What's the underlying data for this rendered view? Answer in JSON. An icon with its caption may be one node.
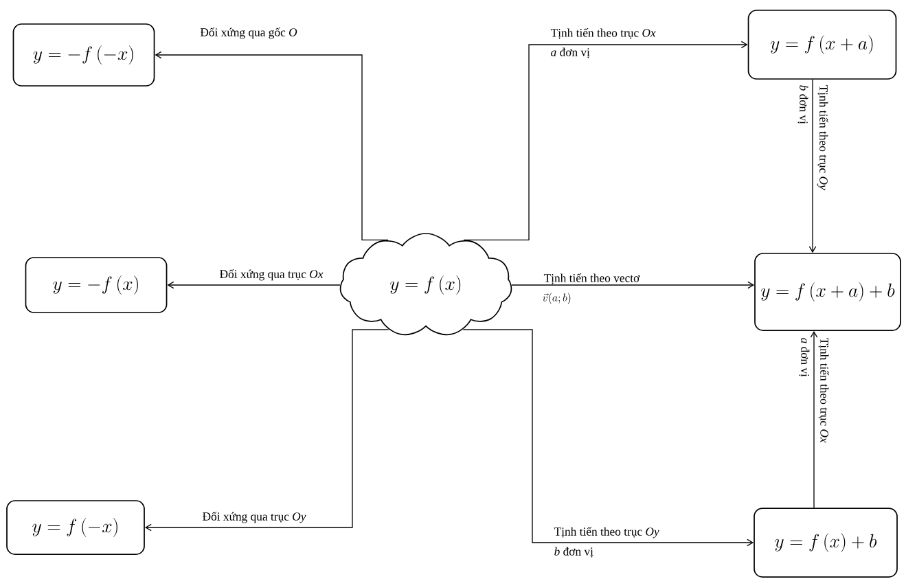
{
  "diagram": {
    "nodes": [
      {
        "text": [
          "y=-f\\left(-x\\right)"
        ]
      },
      {
        "text": [
          "y=f\\left(x+a\\right)"
        ]
      },
      {
        "text": [
          "y=-f\\left(x\\right)"
        ]
      },
      {
        "text": [
          "y=f\\left(x\\right)"
        ]
      },
      {
        "text": [
          "y=f\\left(x+a\\right)+b"
        ]
      },
      {
        "text": [
          "y=f\\left(-x\\right)"
        ]
      },
      {
        "text": [
          "y=f\\left(x\\right)+b"
        ]
      }
    ],
    "edges": [
      {
        "from": 3,
        "to": 0,
        "arrow": "to",
        "label": "Đối xứng qua gốc *O*"
      },
      {
        "from": 3,
        "to": 1,
        "arrow": "to",
        "label": "Tịnh tiến theo trục *Ox*"
      },
      {
        "from": 3,
        "to": 2,
        "arrow": "to",
        "label": "Đối xứng qua trục *Ox*"
      },
      {
        "from": 3,
        "to": 4,
        "arrow": "to",
        "label": "Tịnh tiến theo vectơ"
      },
      {
        "from": 1,
        "to": 4,
        "arrow": "to",
        "label": "Tịnh tiến theo trục *Oy*"
      },
      {
        "from": 6,
        "to": 4,
        "arrow": "to",
        "label": "Tịnh tiến theo trục *Ox*"
      },
      {
        "from": 3,
        "to": 5,
        "arrow": "to",
        "label": "Đối xứng qua trục *Oy*"
      },
      {
        "from": 3,
        "to": 6,
        "arrow": "to",
        "label": "Tịnh tiến theo trục *Oy*"
      }
    ],
    "labels": [
      "*a* đơn vị",
      "*b* đơn vị",
      "\\vec{v}(a;b)",
      "*a* đơn vị",
      "*b* đơn vị"
    ]
  }
}
